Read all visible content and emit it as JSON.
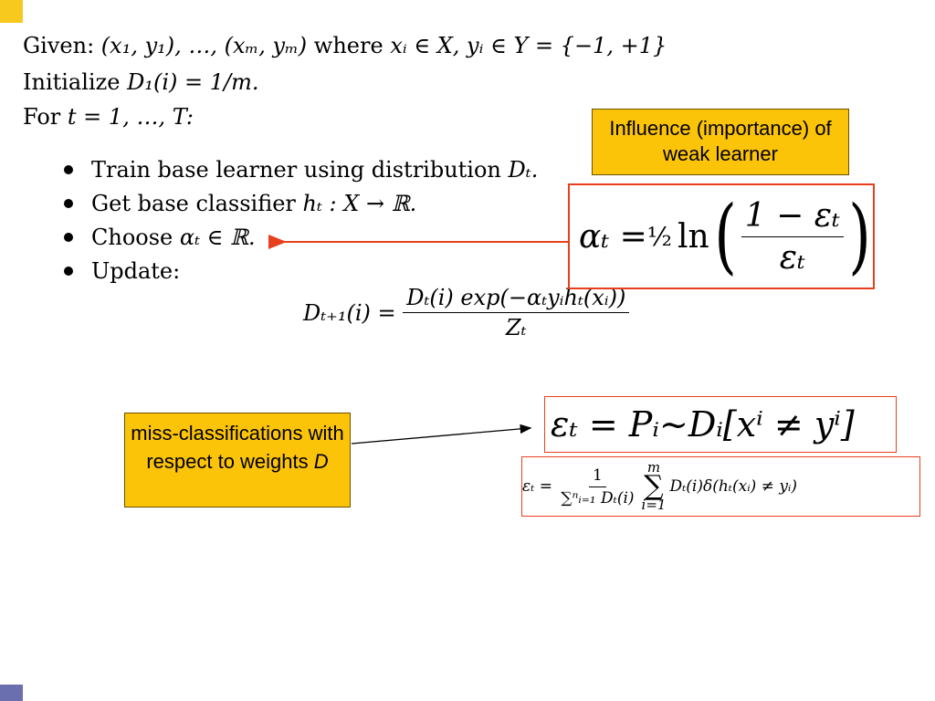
{
  "algorithm": {
    "given_label": "Given:",
    "given_math": "(x₁, y₁), …, (xₘ, yₘ)",
    "given_where": "where",
    "given_sets": "xᵢ ∈ X, yᵢ ∈ Y = {−1, +1}",
    "init_label": "Initialize",
    "init_math": "D₁(i) = 1/m.",
    "for_label": "For",
    "for_math": "t = 1, …, T:",
    "steps": [
      {
        "text": "Train base learner using distribution",
        "math": "Dₜ."
      },
      {
        "text": "Get base classifier",
        "math": "hₜ : X → ℝ."
      },
      {
        "text": "Choose",
        "math": "αₜ ∈ ℝ."
      },
      {
        "text": "Update:",
        "math": ""
      }
    ],
    "update_lhs": "Dₜ₊₁(i) =",
    "update_num": "Dₜ(i) exp(−αₜyᵢhₜ(xᵢ))",
    "update_den": "Zₜ"
  },
  "callouts": {
    "influence": "Influence (importance) of weak learner",
    "miss": "miss-classifications with respect to weights",
    "miss_var": "D"
  },
  "formulas": {
    "alpha_lhs": "αₜ = ",
    "alpha_half": "½",
    "alpha_ln": "ln",
    "alpha_num": "1 − εₜ",
    "alpha_den": "εₜ",
    "eps_def": "εₜ = Pᵢ∼Dᵢ[xⁱ ≠ yⁱ]",
    "eps_lhs": "εₜ =",
    "eps_num": "1",
    "eps_den": "∑ⁿᵢ₌₁ Dₜ(i)",
    "eps_sum_top": "m",
    "eps_sum_bottom": "i=1",
    "eps_term": "Dₜ(i)δ(hₜ(xᵢ) ≠ yᵢ)"
  },
  "colors": {
    "callout_fill": "#fcc409",
    "formula_border": "#e8401c",
    "corner_top": "#f7c81e",
    "corner_bottom": "#6a6fb0"
  }
}
